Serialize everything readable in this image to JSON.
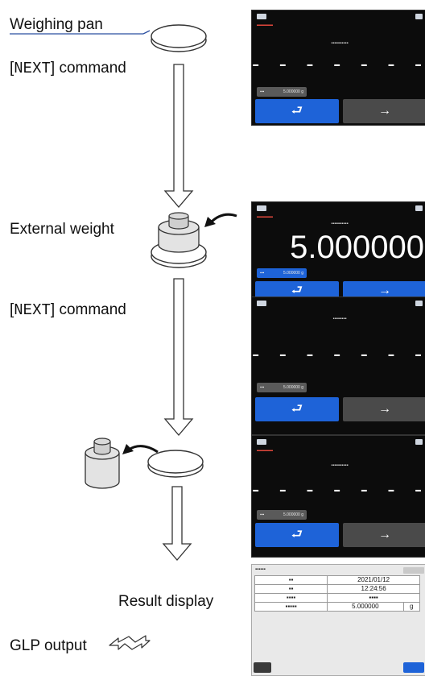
{
  "labels": {
    "weighing_pan": "Weighing pan",
    "next_cmd_1_bracket_open": "[",
    "next_cmd_1_keyword": "NEXT",
    "next_cmd_1_rest": "] command",
    "external_weight": "External weight",
    "next_cmd_2_bracket_open": "[",
    "next_cmd_2_keyword": "NEXT",
    "next_cmd_2_rest": "] command",
    "result_display": "Result display",
    "glp_output": "GLP output"
  },
  "screens": {
    "s1": {
      "dashes": "- - - - - - - -",
      "field_value": "5.000000 g",
      "back": "⮐",
      "next": "→"
    },
    "s2": {
      "big_value": "5.000000",
      "field_value": "5.000000 g",
      "back": "⮐",
      "next": "→"
    },
    "s3": {
      "dashes": "- - - - - - - -",
      "field_value": "5.000000 g",
      "back": "⮐",
      "next": "→"
    },
    "s4": {
      "dashes": "- - - - - - - -",
      "field_value": "5.000000 g",
      "back": "⮐",
      "next": "→"
    }
  },
  "result": {
    "rows": [
      {
        "value": "2021/01/12"
      },
      {
        "value": "12:24:56"
      },
      {
        "value": ""
      },
      {
        "value": "5.000000",
        "unit": "g"
      }
    ]
  },
  "colors": {
    "accent_blue": "#1e63d8",
    "screen_bg": "#0c0c0c",
    "mode_red": "#e0473c"
  }
}
